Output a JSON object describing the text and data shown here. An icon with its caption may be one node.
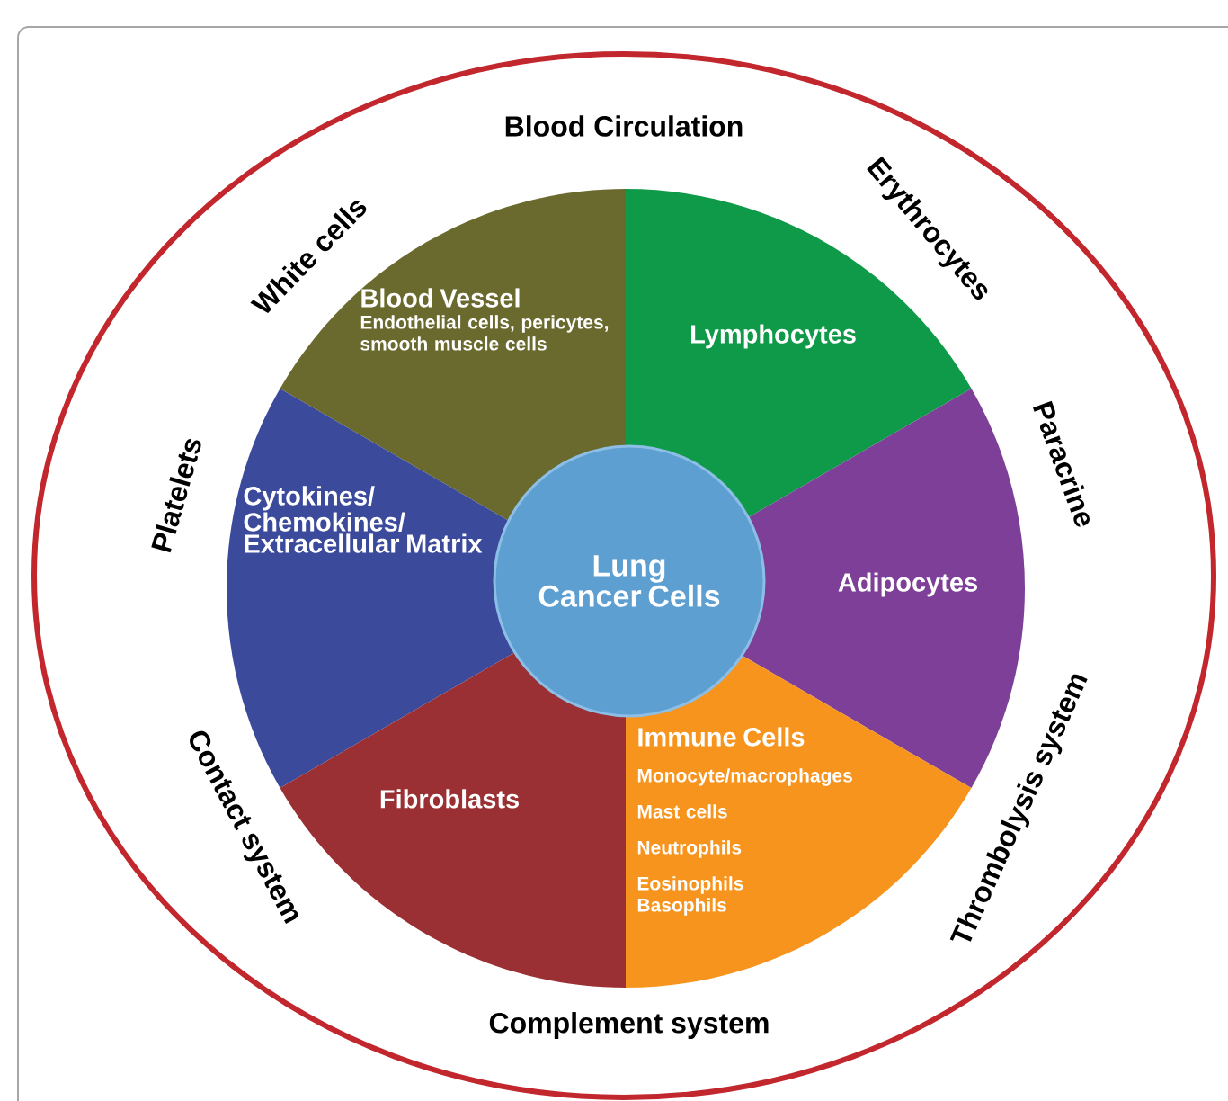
{
  "diagram": {
    "nodes": [
      {
        "text": [
          "Blood Vessel",
          "Endothelial cells, pericytes, smooth muscle cells"
        ]
      },
      {
        "text": [
          "Lymphocytes"
        ]
      },
      {
        "text": [
          "Cytokines/ Chemokines/ Extracellular Matrix"
        ]
      },
      {
        "text": [
          "Lung Cancer Cells"
        ]
      },
      {
        "text": [
          "Adipocytes"
        ]
      },
      {
        "text": [
          "Fibroblasts"
        ]
      },
      {
        "text": [
          "Immune Cells",
          "Monocyte/macrophages",
          "Mast cells",
          "Neutrophils",
          "Eosinophils",
          "Basophils"
        ]
      }
    ],
    "labels": [
      "Blood Circulation",
      "White cells",
      "Erythrocytes",
      "Platelets",
      "Paracrine",
      "Contact system",
      "Thrombolysis system",
      "Complement system"
    ]
  }
}
